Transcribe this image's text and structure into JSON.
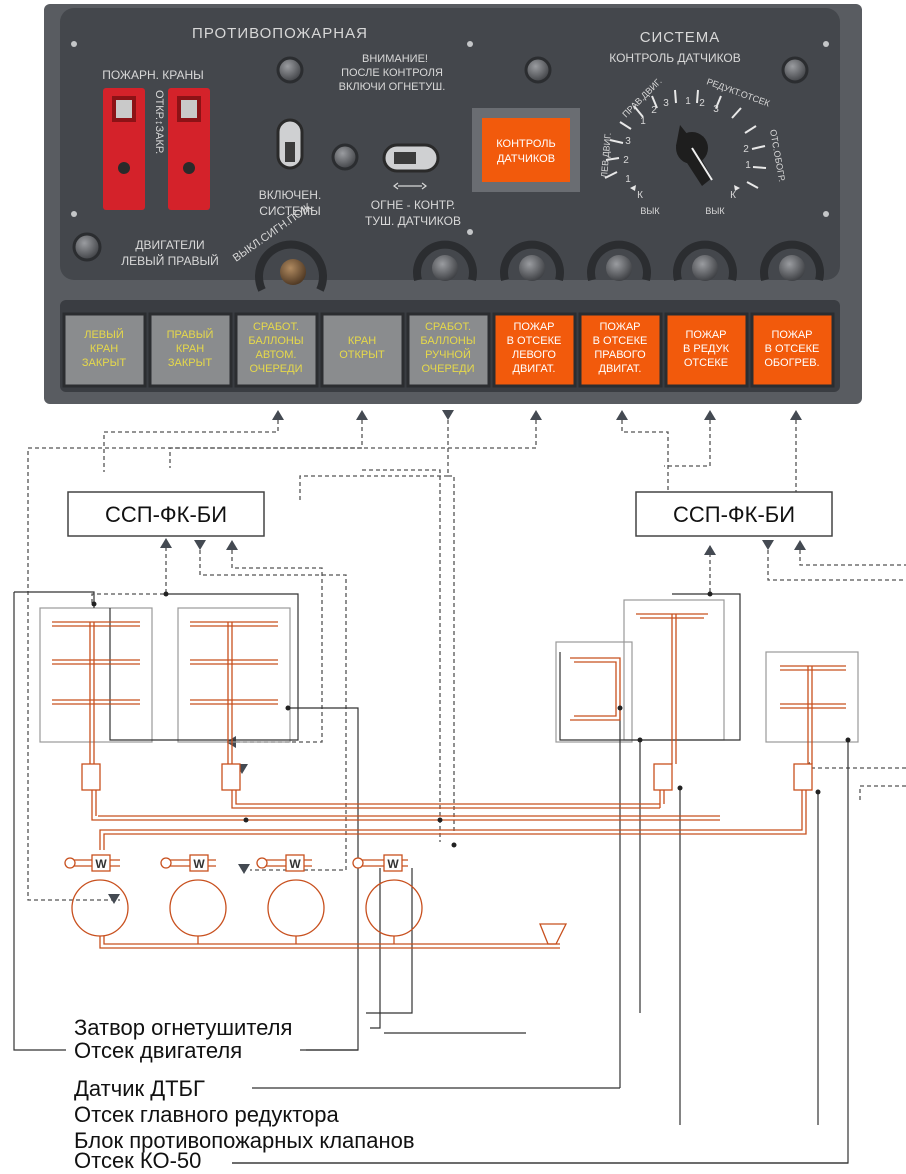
{
  "panel": {
    "title_left": "ПРОТИВОПОЖАРНАЯ",
    "title_right": "СИСТЕМА",
    "subtitle_right": "КОНТРОЛЬ ДАТЧИКОВ",
    "crane_label": "ПОЖАРН. КРАНЫ",
    "crane_switch_text": "ОТКР.↕ЗАКР.",
    "warning_line1": "ВНИМАНИЕ!",
    "warning_line2": "ПОСЛЕ КОНТРОЛЯ",
    "warning_line3": "ВКЛЮЧИ ОГНЕТУШ.",
    "sys_on_line1": "ВКЛЮЧЕН.",
    "sys_on_line2": "СИСТЕМЫ",
    "engines_line1": "ДВИГАТЕЛИ",
    "engines_line2": "ЛЕВЫЙ ПРАВЫЙ",
    "fire_signal_off": "ВЫКЛ.СИГН.ПОЖ.",
    "ext_ctrl_line1": "ОГНЕ - КОНТР.",
    "ext_ctrl_line2": "ТУШ. ДАТЧИКОВ",
    "sensor_check_line1": "КОНТРОЛЬ",
    "sensor_check_line2": "ДАТЧИКОВ",
    "dial": {
      "left_group": "ЛЕВ.ДВИГ.",
      "right_engine_group": "ПРАВ.ДВИГ.",
      "gearbox_group": "РЕДУКТ.ОТСЕК",
      "heater_group": "ОТС.ОБОГР.",
      "n1": "1",
      "n2": "2",
      "n3": "3",
      "k": "К",
      "off": "ВЫК"
    },
    "indicators": [
      {
        "line1": "ЛЕВЫЙ",
        "line2": "КРАН",
        "line3": "ЗАКРЫТ",
        "line4": "",
        "line5": ""
      },
      {
        "line1": "ПРАВЫЙ",
        "line2": "КРАН",
        "line3": "ЗАКРЫТ",
        "line4": "",
        "line5": ""
      },
      {
        "line1": "СРАБОТ.",
        "line2": "БАЛЛОНЫ",
        "line3": "АВТОМ.",
        "line4": "ОЧЕРЕДИ",
        "line5": ""
      },
      {
        "line1": "КРАН",
        "line2": "ОТКРЫТ",
        "line3": "",
        "line4": "",
        "line5": ""
      },
      {
        "line1": "СРАБОТ.",
        "line2": "БАЛЛОНЫ",
        "line3": "РУЧНОЙ",
        "line4": "ОЧЕРЕДИ",
        "line5": ""
      },
      {
        "line1": "ПОЖАР",
        "line2": "В ОТСЕКЕ",
        "line3": "ЛЕВОГО",
        "line4": "ДВИГАТ.",
        "line5": ""
      },
      {
        "line1": "ПОЖАР",
        "line2": "В ОТСЕКЕ",
        "line3": "ПРАВОГО",
        "line4": "ДВИГАТ.",
        "line5": ""
      },
      {
        "line1": "ПОЖАР",
        "line2": "В РЕДУК",
        "line3": "ОТСЕКЕ",
        "line4": "",
        "line5": ""
      },
      {
        "line1": "ПОЖАР",
        "line2": "В ОТСЕКЕ",
        "line3": "ОБОГРЕВ.",
        "line4": "",
        "line5": ""
      }
    ]
  },
  "diagram": {
    "ssp_left": "ССП-ФК-БИ",
    "ssp_right": "ССП-ФК-БИ",
    "valve_symbol": "W"
  },
  "legend": {
    "engine_compartment": "Отсек двигателя",
    "extinguisher_valve": "Затвор огнетушителя",
    "dtbg_sensor": "Датчик ДТБГ",
    "gearbox_compartment": "Отсек главного редуктора",
    "valve_block": "Блок противопожарных клапанов",
    "ko50_compartment": "Отсек КО-50"
  },
  "colors": {
    "panel": "#44474c",
    "lamp_off": "#8a8c8e",
    "lamp_off_text": "#e6d94a",
    "lamp_on": "#f25a0c",
    "pipe": "#c8501e",
    "switch_red": "#d4222a"
  }
}
